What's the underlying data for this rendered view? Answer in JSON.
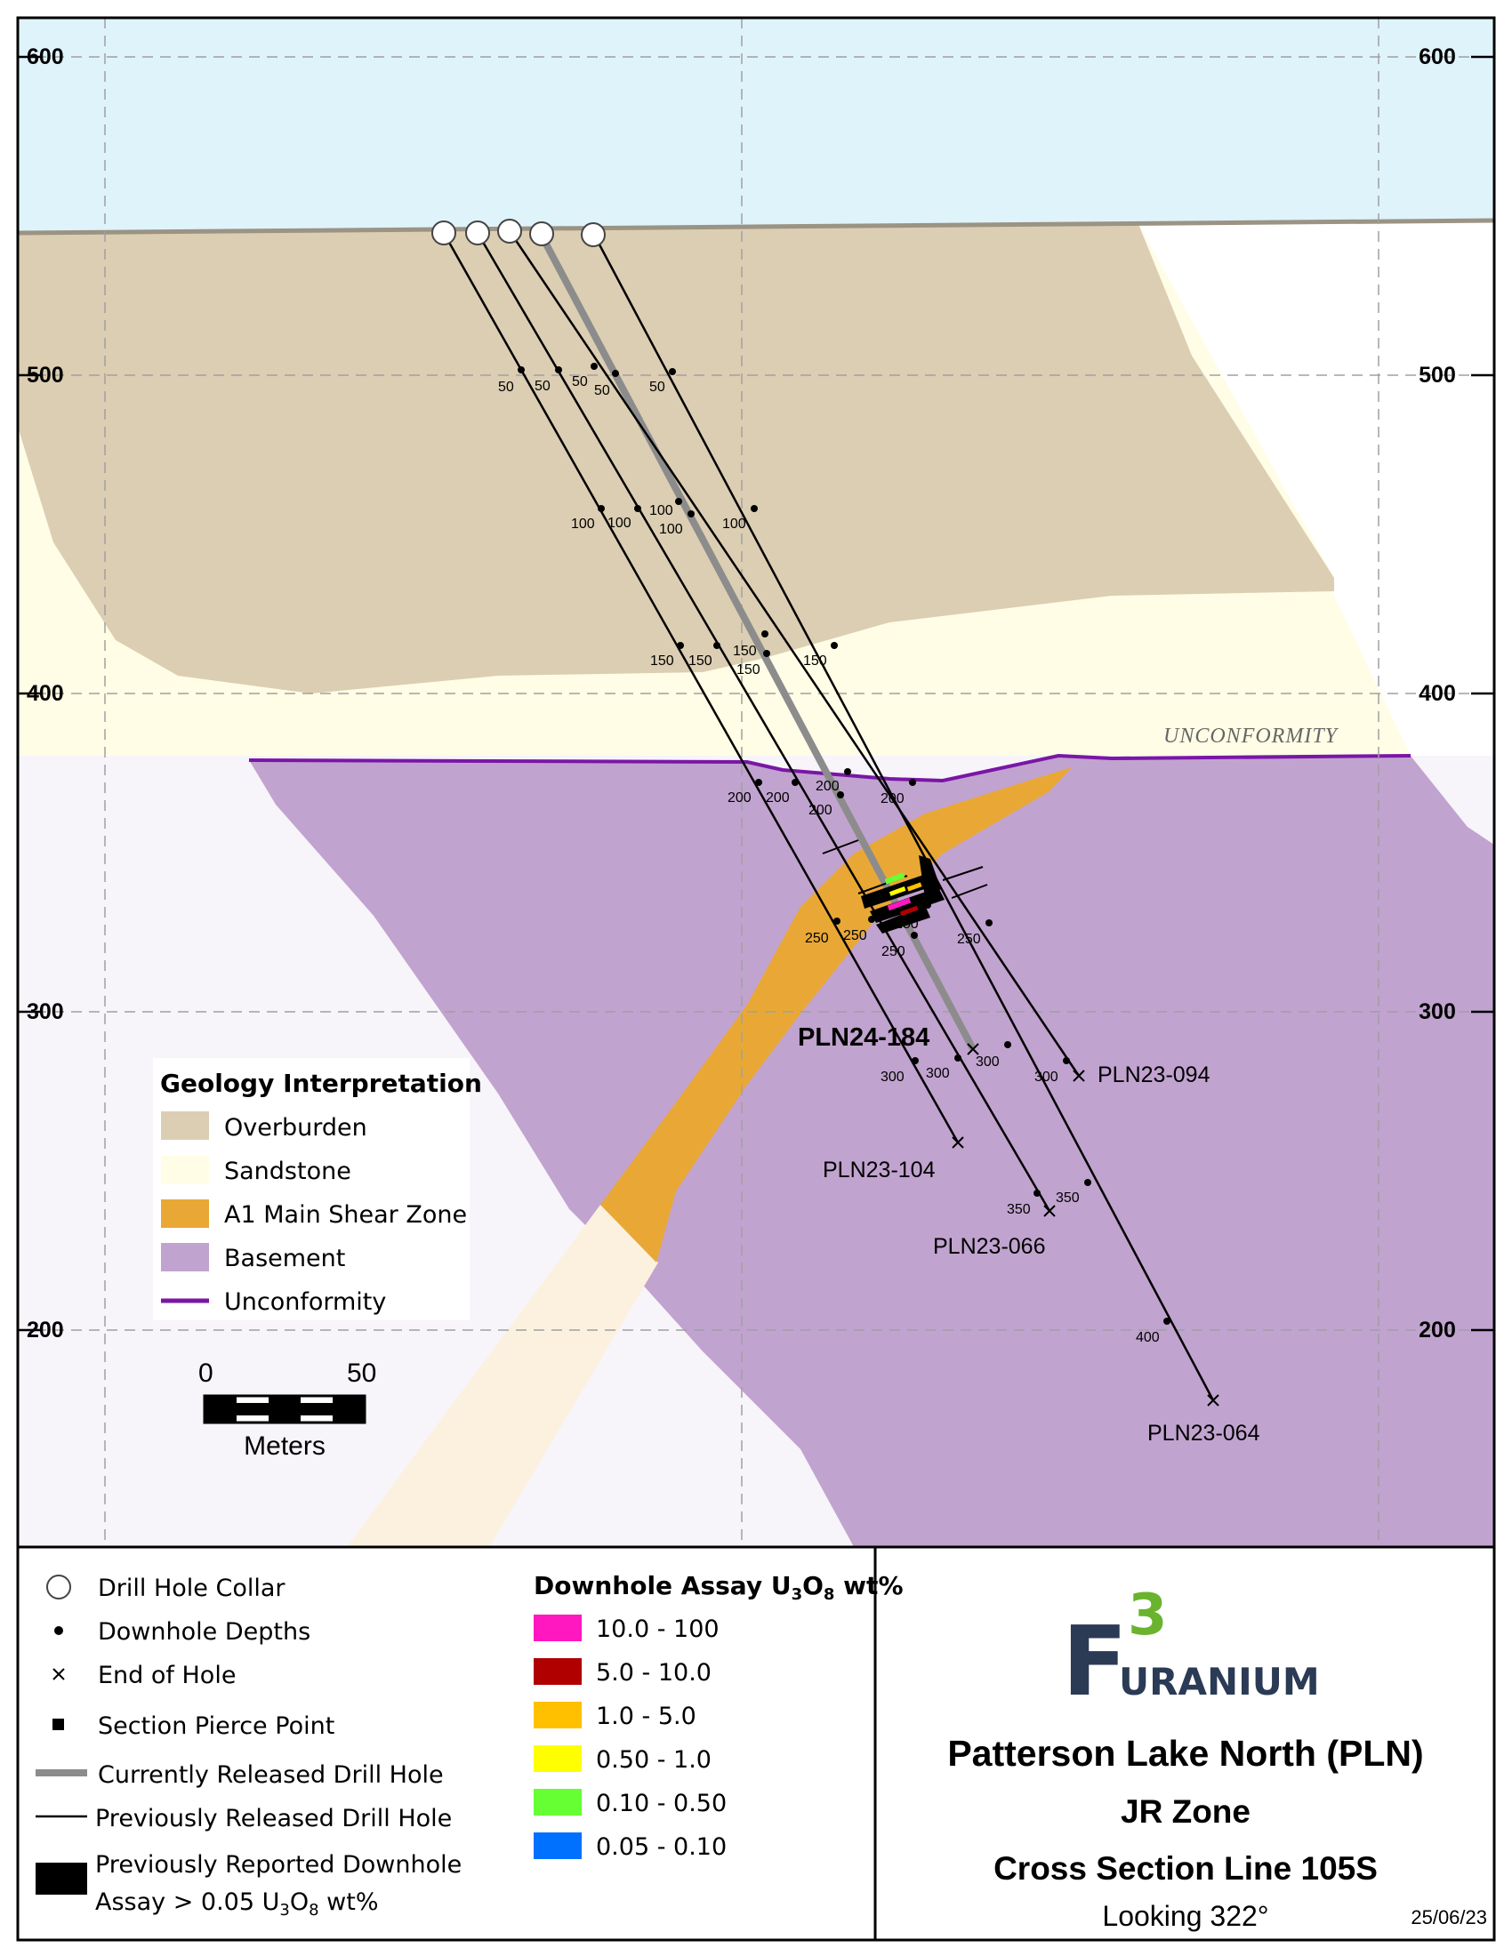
{
  "map": {
    "y_axis_ticks": [
      "600",
      "500",
      "400",
      "300",
      "200"
    ],
    "unconformity_label": "UNCONFORMITY",
    "highlight_hole": "PLN24-184",
    "hole_labels": [
      "PLN23-094",
      "PLN23-104",
      "PLN23-066",
      "PLN23-064"
    ],
    "depth_labels": {
      "d50": "50",
      "d100": "100",
      "d150": "150",
      "d200": "200",
      "d250": "250",
      "d300": "300",
      "d350": "350",
      "d400": "400"
    }
  },
  "geology_legend": {
    "title": "Geology Interpretation",
    "items": [
      {
        "label": "Overburden",
        "color": "#dcceb3"
      },
      {
        "label": "Sandstone",
        "color": "#fffde6"
      },
      {
        "label": "A1 Main Shear Zone",
        "color": "#e9a835"
      },
      {
        "label": "Basement",
        "color": "#c1a3cf"
      },
      {
        "label": "Unconformity",
        "color": "#7a16a6"
      }
    ]
  },
  "scale_bar": {
    "start": "0",
    "end": "50",
    "unit": "Meters"
  },
  "symbol_legend": {
    "collar": "Drill Hole Collar",
    "depths": "Downhole Depths",
    "end": "End of Hole",
    "pierce": "Section Pierce Point",
    "current": "Currently Released Drill Hole",
    "previous": "Previously Released Drill Hole",
    "reported_line1": "Previously Reported Downhole",
    "reported_line2_prefix": "Assay > 0.05 U",
    "reported_sub1": "3",
    "reported_mid": "O",
    "reported_sub2": "8",
    "reported_suffix": " wt%"
  },
  "assay_legend": {
    "title_prefix": "Downhole Assay U",
    "title_sub1": "3",
    "title_mid": "O",
    "title_sub2": "8",
    "title_suffix": " wt%",
    "items": [
      {
        "label": "10.0 - 100",
        "color": "#ff18c0"
      },
      {
        "label": "5.0 - 10.0",
        "color": "#b00000"
      },
      {
        "label": "1.0 - 5.0",
        "color": "#ffc000"
      },
      {
        "label": "0.50 - 1.0",
        "color": "#ffff00"
      },
      {
        "label": "0.10 - 0.50",
        "color": "#66ff33"
      },
      {
        "label": "0.05 - 0.10",
        "color": "#0070ff"
      }
    ]
  },
  "title_block": {
    "logo_f": "F",
    "logo_3": "3",
    "logo_word": "URANIUM",
    "line1": "Patterson Lake North (PLN)",
    "line2": "JR Zone",
    "line3": "Cross Section Line 105S",
    "line4": "Looking 322°",
    "date": "25/06/23"
  }
}
